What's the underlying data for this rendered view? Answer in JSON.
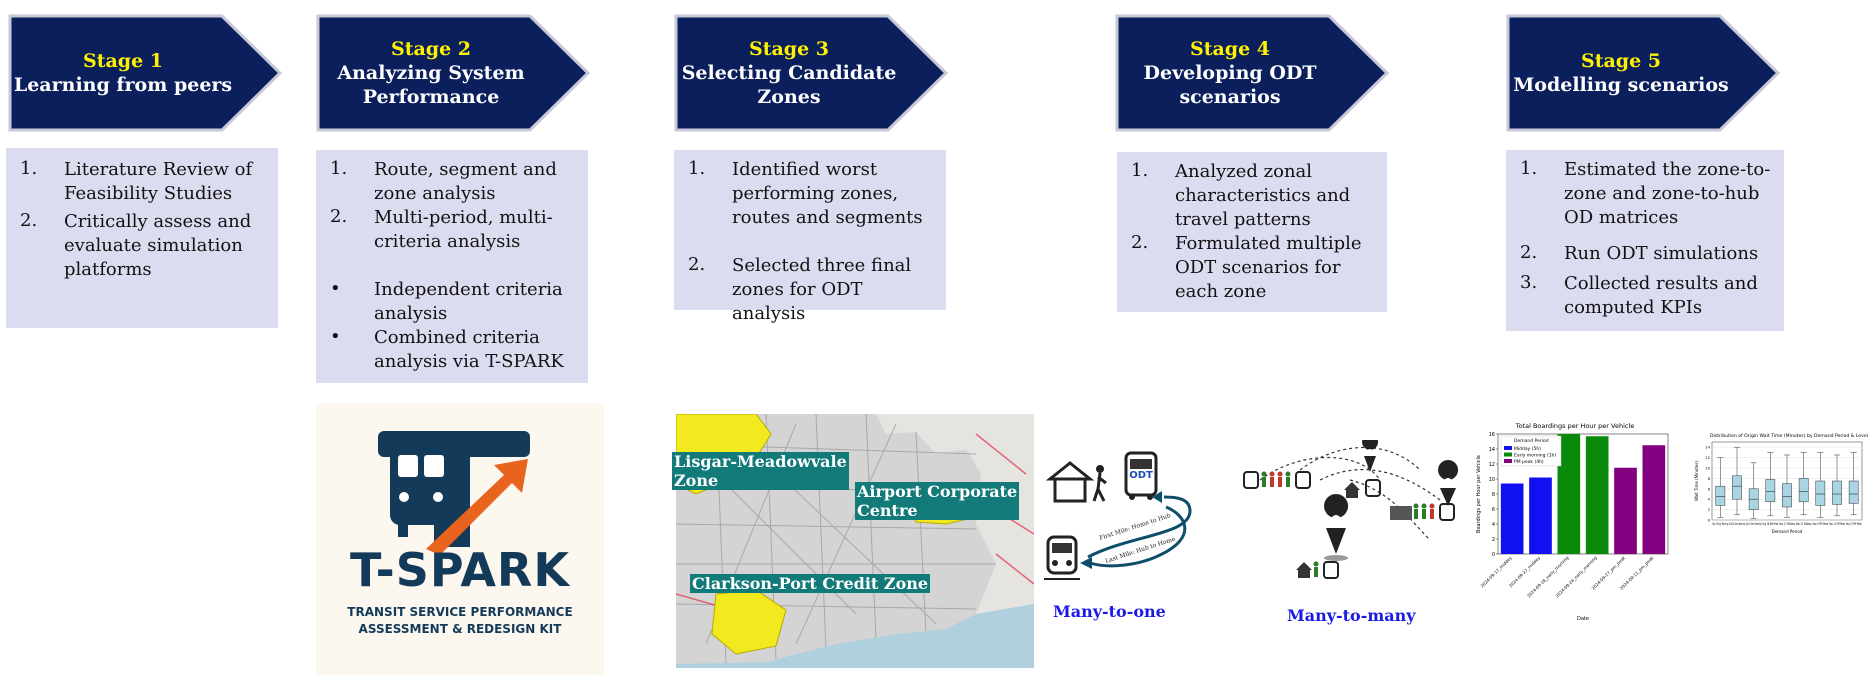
{
  "stages": [
    {
      "num": "Stage 1",
      "title": "Learning from peers",
      "items": [
        {
          "marker": "1.",
          "text": "Literature Review of Feasibility Studies"
        },
        {
          "marker": "2.",
          "text": "Critically assess and evaluate simulation platforms"
        }
      ]
    },
    {
      "num": "Stage 2",
      "title": "Analyzing System Performance",
      "items": [
        {
          "marker": "1.",
          "text": "Route, segment and zone analysis"
        },
        {
          "marker": "2.",
          "text": "Multi-period, multi-criteria analysis"
        },
        {
          "marker": "•",
          "text": "Independent criteria analysis"
        },
        {
          "marker": "•",
          "text": "Combined criteria analysis via T-SPARK"
        }
      ]
    },
    {
      "num": "Stage 3",
      "title": "Selecting Candidate Zones",
      "items": [
        {
          "marker": "1.",
          "text": "Identified worst performing zones, routes and segments"
        },
        {
          "marker": "2.",
          "text": "Selected three final zones for ODT analysis"
        }
      ]
    },
    {
      "num": "Stage 4",
      "title": "Developing ODT scenarios",
      "items": [
        {
          "marker": "1.",
          "text": "Analyzed zonal characteristics and travel patterns"
        },
        {
          "marker": "2.",
          "text": "Formulated multiple ODT scenarios for each zone"
        }
      ]
    },
    {
      "num": "Stage  5",
      "title": "Modelling scenarios",
      "items": [
        {
          "marker": "1.",
          "text": "Estimated the zone-to-zone and zone-to-hub OD matrices"
        },
        {
          "marker": "2.",
          "text": "Run ODT simulations"
        },
        {
          "marker": "3.",
          "text": "Collected results and computed KPIs"
        }
      ]
    }
  ],
  "logo": {
    "name": "T-SPARK",
    "subtitle_line1": "TRANSIT SERVICE PERFORMANCE",
    "subtitle_line2": "ASSESSMENT & REDESIGN KIT"
  },
  "map": {
    "zones": [
      {
        "line1": "Lisgar-Meadowvale",
        "line2": "Zone"
      },
      {
        "line1": "Airport Corporate",
        "line2": "Centre"
      },
      {
        "line1": "Clarkson-Port Credit Zone",
        "line2": ""
      }
    ]
  },
  "odt": {
    "many_to_one": "Many-to-one",
    "many_to_many": "Many-to-many",
    "odt_sign": "ODT",
    "first_mile": "First Mile: Home to Hub",
    "last_mile": "Last Mile: Hub to Home"
  },
  "chart_data": [
    {
      "type": "bar",
      "title": "Total Boardings per Hour per Vehicle",
      "xlabel": "Date",
      "ylabel": "Boardings per Hour per Vehicle",
      "ylim": [
        0,
        16
      ],
      "legend_title": "Demand Period",
      "legend": [
        {
          "name": "Midday (5h)",
          "color": "#1010F0"
        },
        {
          "name": "Early morning (1h)",
          "color": "#0A8A0A"
        },
        {
          "name": "PM peak (4h)",
          "color": "#800080"
        }
      ],
      "categories": [
        "2024-09-17_middey",
        "2024-09-27_middey",
        "2024-09-18_early_morning",
        "2024-09-24_early_morning",
        "2024-09-27_pm_peak",
        "2024-09-11_pm_peak"
      ],
      "values": [
        9.4,
        10.2,
        16.0,
        15.7,
        11.5,
        14.5
      ],
      "colors": [
        "#1010F0",
        "#1010F0",
        "#0A8A0A",
        "#0A8A0A",
        "#800080",
        "#800080"
      ],
      "yticks": [
        "0",
        "2",
        "4",
        "6",
        "8",
        "10",
        "12",
        "14",
        "16"
      ]
    },
    {
      "type": "box",
      "title": "Distribution of Origin Wait Time (Minutes) by Demand Period & Level",
      "xlabel": "Demand Period",
      "ylabel": "Wait Time (Minutes)",
      "ylim": [
        0,
        15
      ],
      "categories": [
        "Sep 3 Early Morning",
        "Sep 24 Early Morning",
        "Sep 3 Early Morning",
        "Sep 18 AM Peak",
        "Sep 17 Midday",
        "Sep 27 Midday",
        "Sep 5 PM Peak",
        "Sep 11 PM Peak",
        "Sep 13 PM Peak"
      ],
      "boxes": [
        {
          "min": 0.5,
          "q1": 2.8,
          "median": 4.5,
          "q3": 6.5,
          "max": 12
        },
        {
          "min": 1,
          "q1": 4,
          "median": 6.5,
          "q3": 8.5,
          "max": 14
        },
        {
          "min": 0.3,
          "q1": 2,
          "median": 4,
          "q3": 6,
          "max": 11
        },
        {
          "min": 0.8,
          "q1": 3.5,
          "median": 5.5,
          "q3": 7.8,
          "max": 13
        },
        {
          "min": 0.5,
          "q1": 2.5,
          "median": 4.5,
          "q3": 7,
          "max": 12.5
        },
        {
          "min": 1,
          "q1": 3.5,
          "median": 5.5,
          "q3": 8,
          "max": 13
        },
        {
          "min": 0.5,
          "q1": 2.8,
          "median": 5,
          "q3": 7.5,
          "max": 13
        },
        {
          "min": 0.8,
          "q1": 3,
          "median": 5,
          "q3": 7.5,
          "max": 12.5
        },
        {
          "min": 1,
          "q1": 3.2,
          "median": 5,
          "q3": 7.5,
          "max": 13
        }
      ],
      "yticks": [
        "0",
        "2",
        "4",
        "6",
        "8",
        "10",
        "12",
        "14"
      ]
    }
  ]
}
